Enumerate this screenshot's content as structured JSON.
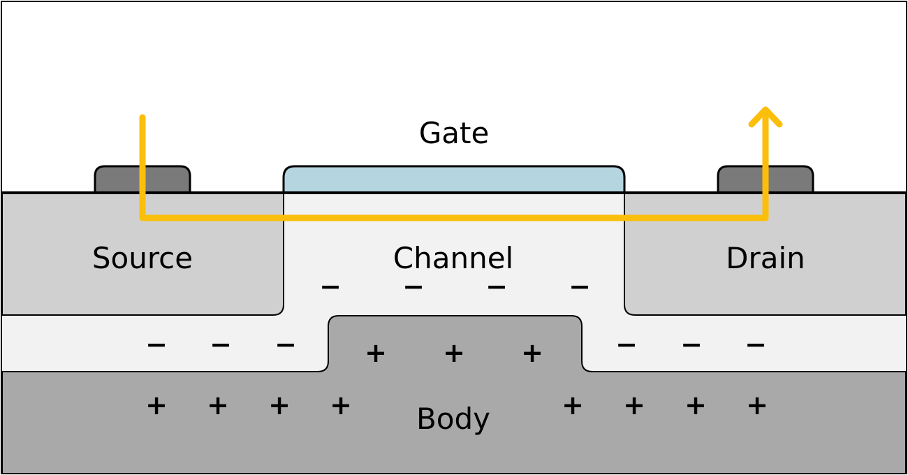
{
  "labels": {
    "gate": "Gate",
    "source": "Source",
    "channel": "Channel",
    "drain": "Drain",
    "body": "Body"
  },
  "charges": {
    "minus": "−",
    "plus": "+"
  },
  "colors": {
    "background": "#ffffff",
    "source_drain_fill": "#d0d0d0",
    "channel_fill": "#f2f2f2",
    "body_fill": "#a9a9a9",
    "contact_fill": "#7a7a7a",
    "gate_fill": "#b5d5e0",
    "current_path": "#fbbf0b",
    "outline": "#000000"
  }
}
